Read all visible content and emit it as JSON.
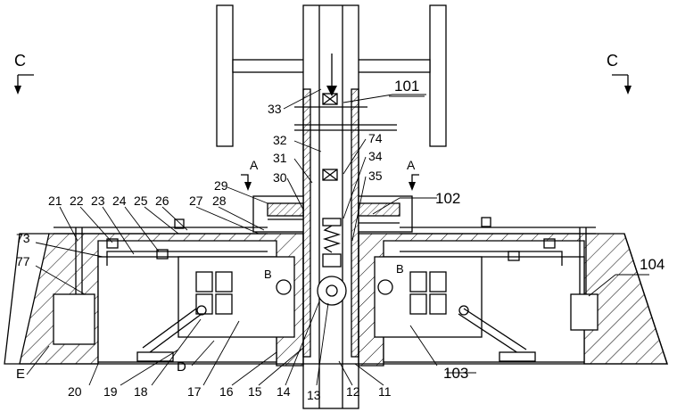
{
  "section_marks": {
    "c_left": "C",
    "c_right": "C",
    "a_left": "A",
    "a_right": "A"
  },
  "labels": {
    "n101": "101",
    "n102": "102",
    "n103": "103",
    "n104": "104",
    "n33": "33",
    "n32": "32",
    "n31": "31",
    "n30": "30",
    "n29": "29",
    "n74": "74",
    "n34": "34",
    "n35": "35",
    "n21": "21",
    "n22": "22",
    "n23": "23",
    "n24": "24",
    "n25": "25",
    "n26": "26",
    "n27": "27",
    "n28": "28",
    "n73": "73",
    "n77": "77",
    "nE": "E",
    "nD": "D",
    "nB1": "B",
    "nB2": "B",
    "n20": "20",
    "n19": "19",
    "n18": "18",
    "n17": "17",
    "n16": "16",
    "n15": "15",
    "n14": "14",
    "n13": "13",
    "n12": "12",
    "n11": "11"
  }
}
